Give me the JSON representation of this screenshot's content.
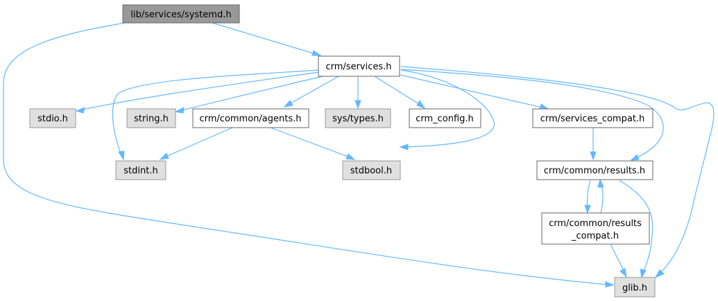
{
  "diagram": {
    "nodes": {
      "systemd": {
        "label": "lib/services/systemd.h",
        "kind": "main"
      },
      "services": {
        "label": "crm/services.h",
        "kind": "doc"
      },
      "stdio": {
        "label": "stdio.h",
        "kind": "sys"
      },
      "string": {
        "label": "string.h",
        "kind": "sys"
      },
      "agents": {
        "label": "crm/common/agents.h",
        "kind": "doc"
      },
      "systypes": {
        "label": "sys/types.h",
        "kind": "sys"
      },
      "crmconfig": {
        "label": "crm_config.h",
        "kind": "doc"
      },
      "servicescompat": {
        "label": "crm/services_compat.h",
        "kind": "doc"
      },
      "stdint": {
        "label": "stdint.h",
        "kind": "sys"
      },
      "stdbool": {
        "label": "stdbool.h",
        "kind": "sys"
      },
      "results": {
        "label": "crm/common/results.h",
        "kind": "doc"
      },
      "resultscompat": {
        "label_line1": "crm/common/results",
        "label_line2": "_compat.h",
        "kind": "doc"
      },
      "glib": {
        "label": "glib.h",
        "kind": "sys"
      }
    },
    "edges": [
      {
        "from": "lib/services/systemd.h",
        "to": "crm/services.h"
      },
      {
        "from": "lib/services/systemd.h",
        "to": "glib.h"
      },
      {
        "from": "crm/services.h",
        "to": "stdio.h"
      },
      {
        "from": "crm/services.h",
        "to": "string.h"
      },
      {
        "from": "crm/services.h",
        "to": "stdint.h"
      },
      {
        "from": "crm/services.h",
        "to": "crm/common/agents.h"
      },
      {
        "from": "crm/services.h",
        "to": "sys/types.h"
      },
      {
        "from": "crm/services.h",
        "to": "crm_config.h"
      },
      {
        "from": "crm/services.h",
        "to": "stdbool.h"
      },
      {
        "from": "crm/services.h",
        "to": "crm/services_compat.h"
      },
      {
        "from": "crm/services.h",
        "to": "crm/common/results.h"
      },
      {
        "from": "crm/services.h",
        "to": "glib.h"
      },
      {
        "from": "crm/common/agents.h",
        "to": "stdint.h"
      },
      {
        "from": "crm/common/agents.h",
        "to": "stdbool.h"
      },
      {
        "from": "crm/services_compat.h",
        "to": "crm/common/results.h"
      },
      {
        "from": "crm/common/results.h",
        "to": "crm/common/results_compat.h"
      },
      {
        "from": "crm/common/results_compat.h",
        "to": "crm/common/results.h"
      },
      {
        "from": "crm/common/results.h",
        "to": "glib.h"
      },
      {
        "from": "crm/common/results_compat.h",
        "to": "glib.h"
      }
    ]
  },
  "colors": {
    "edge": "#63b8ff",
    "main_node_fill": "#999999",
    "system_node_fill": "#e0e0e0",
    "doc_node_fill": "#ffffff"
  }
}
